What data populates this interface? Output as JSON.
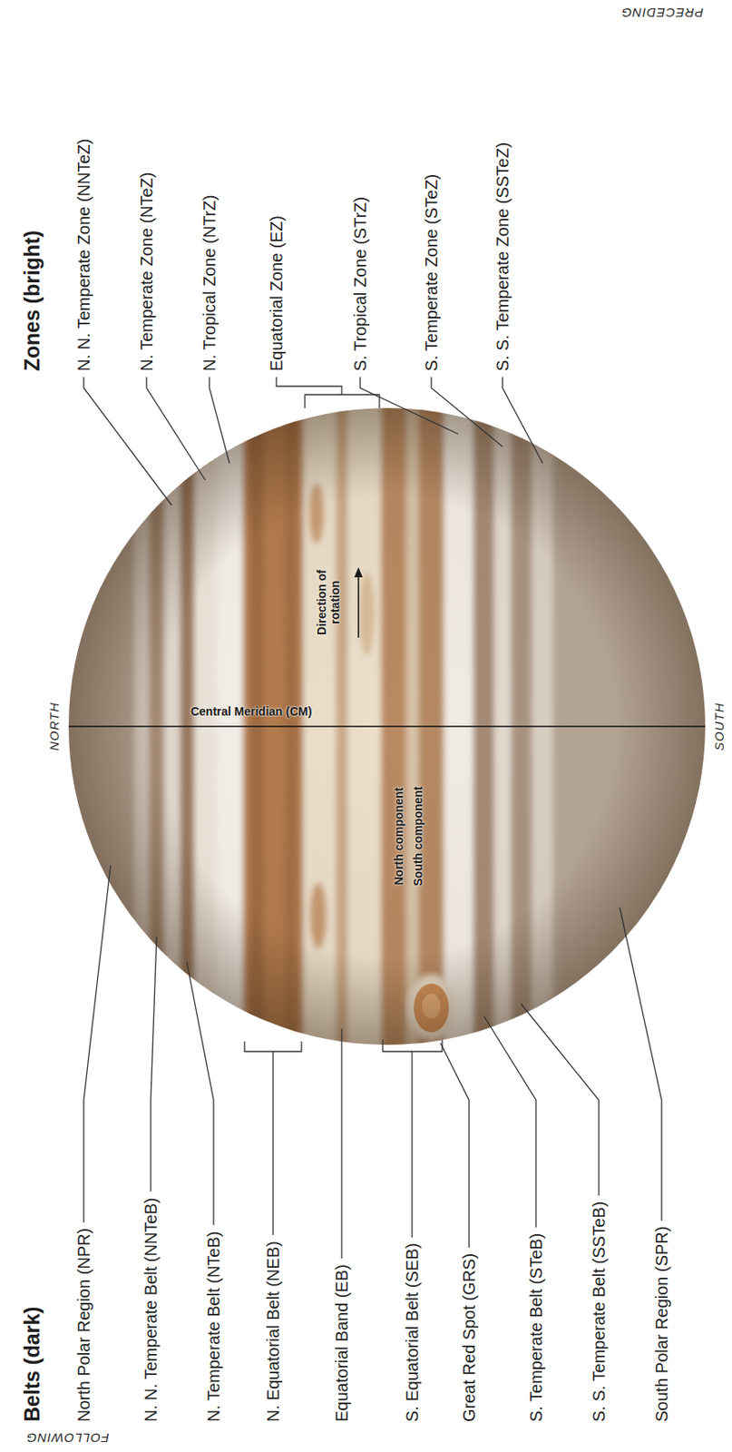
{
  "diagram": {
    "labels": [
      "Belts (dark)",
      "North Polar Region (NPR)",
      "N. N. Temperate Belt (NNTeB)",
      "N. Temperate Belt (NTeB)",
      "N. Equatorial Belt (NEB)",
      "Equatorial Band (EB)",
      "S. Equatorial Belt (SEB)",
      "Great Red Spot (GRS)",
      "S. Temperate Belt (STeB)",
      "S. S. Temperate Belt (SSTeB)",
      "South Polar Region (SPR)",
      "Zones (bright)",
      "N. N. Temperate Zone (NNTeZ)",
      "N. Temperate Zone (NTeZ)",
      "N. Tropical Zone (NTrZ)",
      "Equatorial Zone (EZ)",
      "S. Tropical Zone (STrZ)",
      "S. Temperate Zone (STeZ)",
      "S. S. Temperate Zone (SSTeZ)",
      "NORTH",
      "SOUTH",
      "Central Meridian (CM)",
      "Direction of rotation",
      "North component",
      "South component",
      "PRECEDING",
      "FOLLOWING"
    ]
  }
}
